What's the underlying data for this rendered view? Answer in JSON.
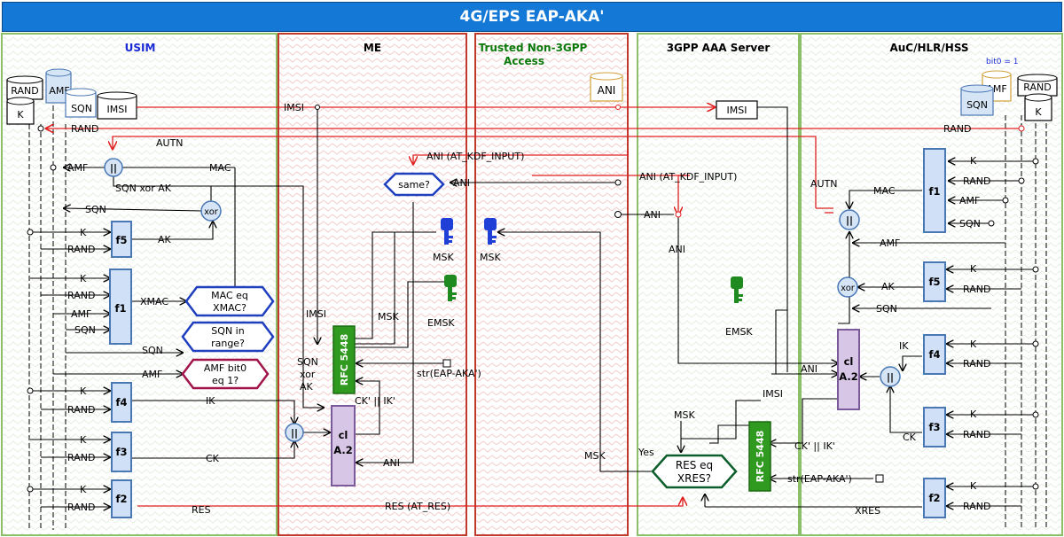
{
  "title": "4G/EPS EAP-AKA'",
  "lanes": {
    "usim": "USIM",
    "me": "ME",
    "trusted": "Trusted Non-3GPP",
    "trusted2": "Access",
    "aaa": "3GPP AAA Server",
    "hss": "AuC/HLR/HSS"
  },
  "stores": {
    "rand": "RAND",
    "k": "K",
    "amf": "AMF",
    "sqn": "SQN",
    "imsi": "IMSI",
    "ani": "ANI",
    "bit0": "bit0 = 1"
  },
  "funcs": {
    "f1": "f1",
    "f2": "f2",
    "f3": "f3",
    "f4": "f4",
    "f5": "f5"
  },
  "ops": {
    "concat": "||",
    "xor": "xor"
  },
  "boxes": {
    "rfc": "RFC 5448",
    "cl1": "cl",
    "cl2": "A.2"
  },
  "checks": {
    "mac1": "MAC eq",
    "mac2": "XMAC?",
    "sqn1": "SQN in",
    "sqn2": "range?",
    "amf1": "AMF bit0",
    "amf2": "eq 1?",
    "same": "same?",
    "res1": "RES eq",
    "res2": "XRES?"
  },
  "labels": {
    "imsi": "IMSI",
    "rand": "RAND",
    "autn": "AUTN",
    "amf": "AMF",
    "mac": "MAC",
    "sqn_xor_ak": "SQN xor AK",
    "sqn": "SQN",
    "k": "K",
    "ak": "AK",
    "xmac": "XMAC",
    "ik": "IK",
    "ck": "CK",
    "res": "RES",
    "res_at": "RES (AT_RES)",
    "xres": "XRES",
    "ani_kdf": "ANI (AT_KDF_INPUT)",
    "ani": "ANI",
    "msk": "MSK",
    "emsk": "EMSK",
    "ckik": "CK' || IK'",
    "str_eap": "str(EAP-AKA')",
    "yes": "Yes",
    "sqn_s": "SQN",
    "xor_s": "xor",
    "ak_s": "AK"
  },
  "colors": {
    "title": "#1479d6",
    "usim_text": "#1a2bd6",
    "trusted_text": "#0b7a0b",
    "red": "#e02020",
    "lane_green": "#8bbf6a",
    "lane_red": "#c0392b",
    "func_fill": "#cfe0f7",
    "func_border": "#4a78b5",
    "cl_fill": "#d8c6e6",
    "rfc_fill": "#2f9a1f",
    "check_blue": "#1f3fbf",
    "check_red": "#a1144a",
    "check_green": "#0d5e2c"
  }
}
